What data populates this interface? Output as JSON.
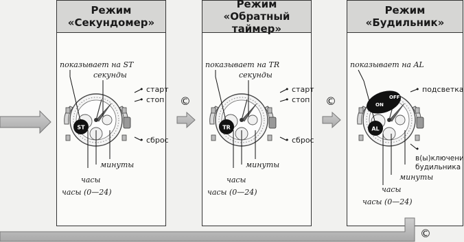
{
  "copyright": "©",
  "panels": [
    {
      "title": "Режим\n«Секундомер»",
      "display_code": "ST",
      "callouts": {
        "shows": "показывает на ST",
        "seconds": "секунды",
        "minutes": "минуты",
        "hours": "часы",
        "hours24": "часы (0—24)"
      },
      "buttons": {
        "start": "старт",
        "stop": "стоп",
        "reset": "сброс"
      }
    },
    {
      "title": "Режим\n«Обратный таймер»",
      "display_code": "TR",
      "callouts": {
        "shows": "показывает на TR",
        "seconds": "секунды",
        "minutes": "минуты",
        "hours": "часы",
        "hours24": "часы (0—24)"
      },
      "buttons": {
        "start": "старт",
        "stop": "стоп",
        "reset": "сброс"
      }
    },
    {
      "title": "Режим «Будильник»",
      "display_code": "AL",
      "dial_on": "ON",
      "dial_off": "OFF",
      "callouts": {
        "shows": "показывает на AL",
        "minutes": "минуты",
        "hours": "часы",
        "hours24": "часы (0—24)"
      },
      "buttons": {
        "light": "подсветка",
        "alarm_toggle": "в(ы)ключение\nбудильника"
      }
    }
  ]
}
